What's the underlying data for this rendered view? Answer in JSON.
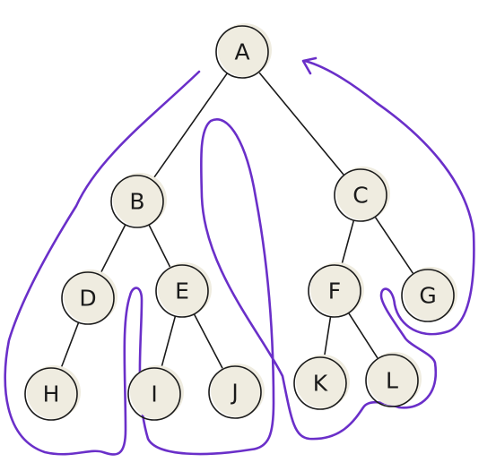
{
  "tree": {
    "nodes": [
      {
        "id": "A",
        "label": "A"
      },
      {
        "id": "B",
        "label": "B"
      },
      {
        "id": "C",
        "label": "C"
      },
      {
        "id": "D",
        "label": "D"
      },
      {
        "id": "E",
        "label": "E"
      },
      {
        "id": "F",
        "label": "F"
      },
      {
        "id": "G",
        "label": "G"
      },
      {
        "id": "H",
        "label": "H"
      },
      {
        "id": "I",
        "label": "I"
      },
      {
        "id": "J",
        "label": "J"
      },
      {
        "id": "K",
        "label": "K"
      },
      {
        "id": "L",
        "label": "L"
      }
    ],
    "edges": [
      [
        "A",
        "B"
      ],
      [
        "A",
        "C"
      ],
      [
        "B",
        "D"
      ],
      [
        "B",
        "E"
      ],
      [
        "C",
        "F"
      ],
      [
        "C",
        "G"
      ],
      [
        "D",
        "H"
      ],
      [
        "E",
        "I"
      ],
      [
        "E",
        "J"
      ],
      [
        "F",
        "K"
      ],
      [
        "F",
        "L"
      ]
    ]
  },
  "colors": {
    "node_fill": "#efece0",
    "stroke": "#1a1a1a",
    "traversal": "#6a2fc9"
  }
}
